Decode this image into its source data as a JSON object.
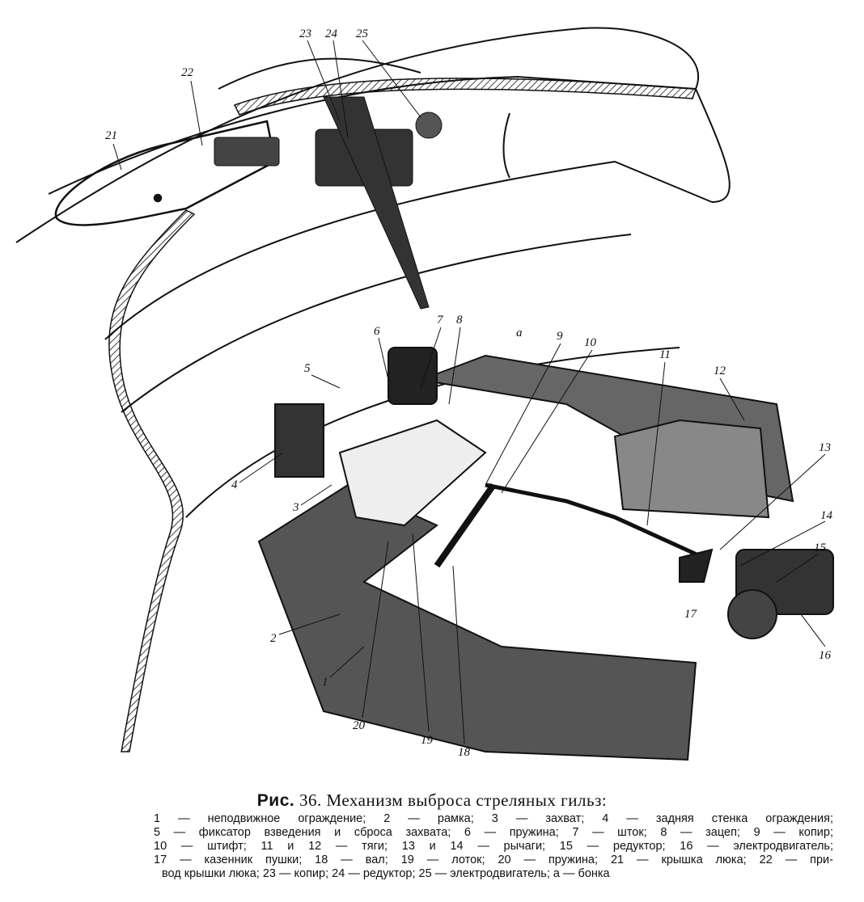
{
  "figure": {
    "labels": {
      "l1": "1",
      "l2": "2",
      "l3": "3",
      "l4": "4",
      "l5": "5",
      "l6": "6",
      "l7": "7",
      "l8": "8",
      "l9": "9",
      "l10": "10",
      "l11": "11",
      "l12": "12",
      "l13": "13",
      "l14": "14",
      "l15": "15",
      "l16": "16",
      "l17": "17",
      "l18": "18",
      "l19": "19",
      "l20": "20",
      "l21": "21",
      "l22": "22",
      "l23": "23",
      "l24": "24",
      "l25": "25",
      "la": "a"
    }
  },
  "caption": {
    "prefix": "Рис.",
    "number": "36.",
    "title": "Механизм выброса стреляных гильз:",
    "lines": [
      "1 — неподвижное ограждение; 2 — рамка; 3 — захват; 4 — задняя стенка ограждения;",
      "5 — фиксатор взведения и сброса захвата; 6 — пружина; 7 — шток; 8 — зацеп; 9 — копир;",
      "10 — штифт; 11 и 12 — тяги; 13 и 14 — рычаги; 15 — редуктор; 16 — электродвигатель;",
      "17 — казенник пушки; 18 — вал; 19 — лоток; 20 — пружина; 21 — крышка люка; 22 — при-",
      "вод крышки люка; 23 — копир; 24 — редуктор; 25 — электродвигатель; a — бонка"
    ]
  }
}
